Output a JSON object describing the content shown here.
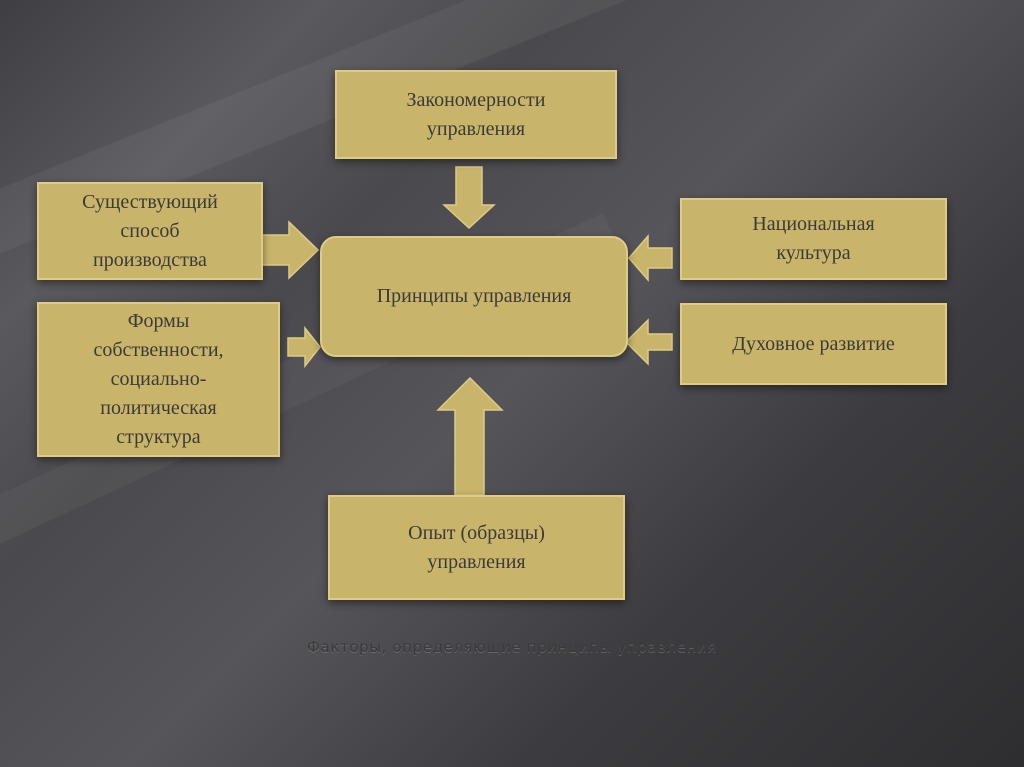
{
  "diagram": {
    "center": "Принципы управления",
    "top": "Закономерности\nуправления",
    "left_top": "Существующий\nспособ\nпроизводства",
    "left_bottom": "Формы\nсобственности,\nсоциально-\nполитическая\nструктура",
    "right_top": "Национальная\nкультура",
    "right_bottom": "Духовное развитие",
    "bottom": "Опыт (образцы)\nуправления"
  },
  "caption": "Факторы, определяющие принципы управления",
  "colors": {
    "box_fill": "#c9b56a",
    "box_border": "#ddcb86",
    "text": "#3a3a3a"
  }
}
